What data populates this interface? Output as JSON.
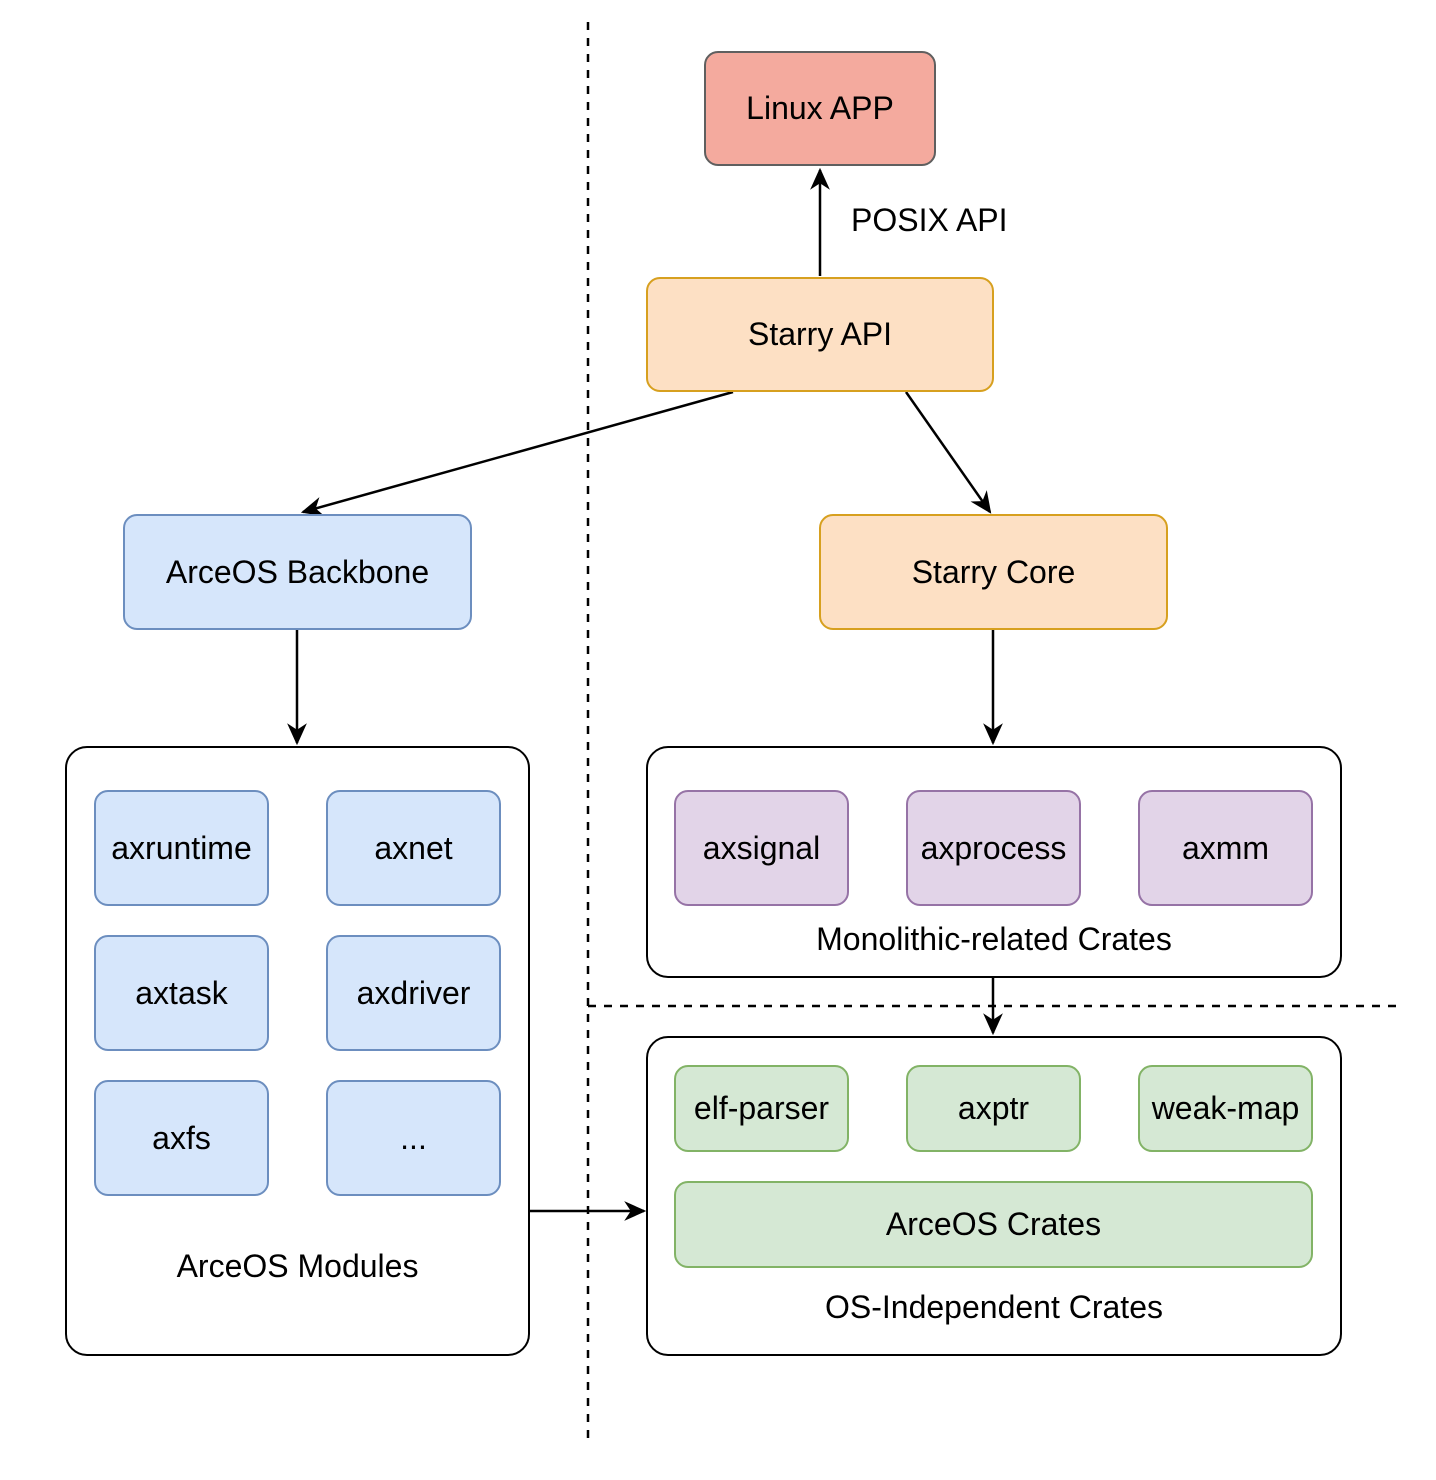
{
  "nodes": {
    "linux_app": "Linux APP",
    "starry_api": "Starry API",
    "arceos_backbone": "ArceOS Backbone",
    "starry_core": "Starry Core"
  },
  "edge_labels": {
    "posix_api": "POSIX API"
  },
  "arceos_modules": {
    "caption": "ArceOS Modules",
    "items": [
      "axruntime",
      "axnet",
      "axtask",
      "axdriver",
      "axfs",
      "..."
    ]
  },
  "monolithic_crates": {
    "caption": "Monolithic-related Crates",
    "items": [
      "axsignal",
      "axprocess",
      "axmm"
    ]
  },
  "os_independent_crates": {
    "caption": "OS-Independent Crates",
    "items": [
      "elf-parser",
      "axptr",
      "weak-map"
    ],
    "wide_item": "ArceOS Crates"
  },
  "colors": {
    "linux_app_fill": "#f4aa9e",
    "starry_fill": "#fde0c4",
    "starry_border": "#d7a01f",
    "arceos_fill": "#d6e6fb",
    "arceos_border": "#6c8ebf",
    "monolithic_fill": "#e2d4e8",
    "monolithic_border": "#9673a6",
    "independent_fill": "#d5e8d4",
    "independent_border": "#82b366"
  }
}
